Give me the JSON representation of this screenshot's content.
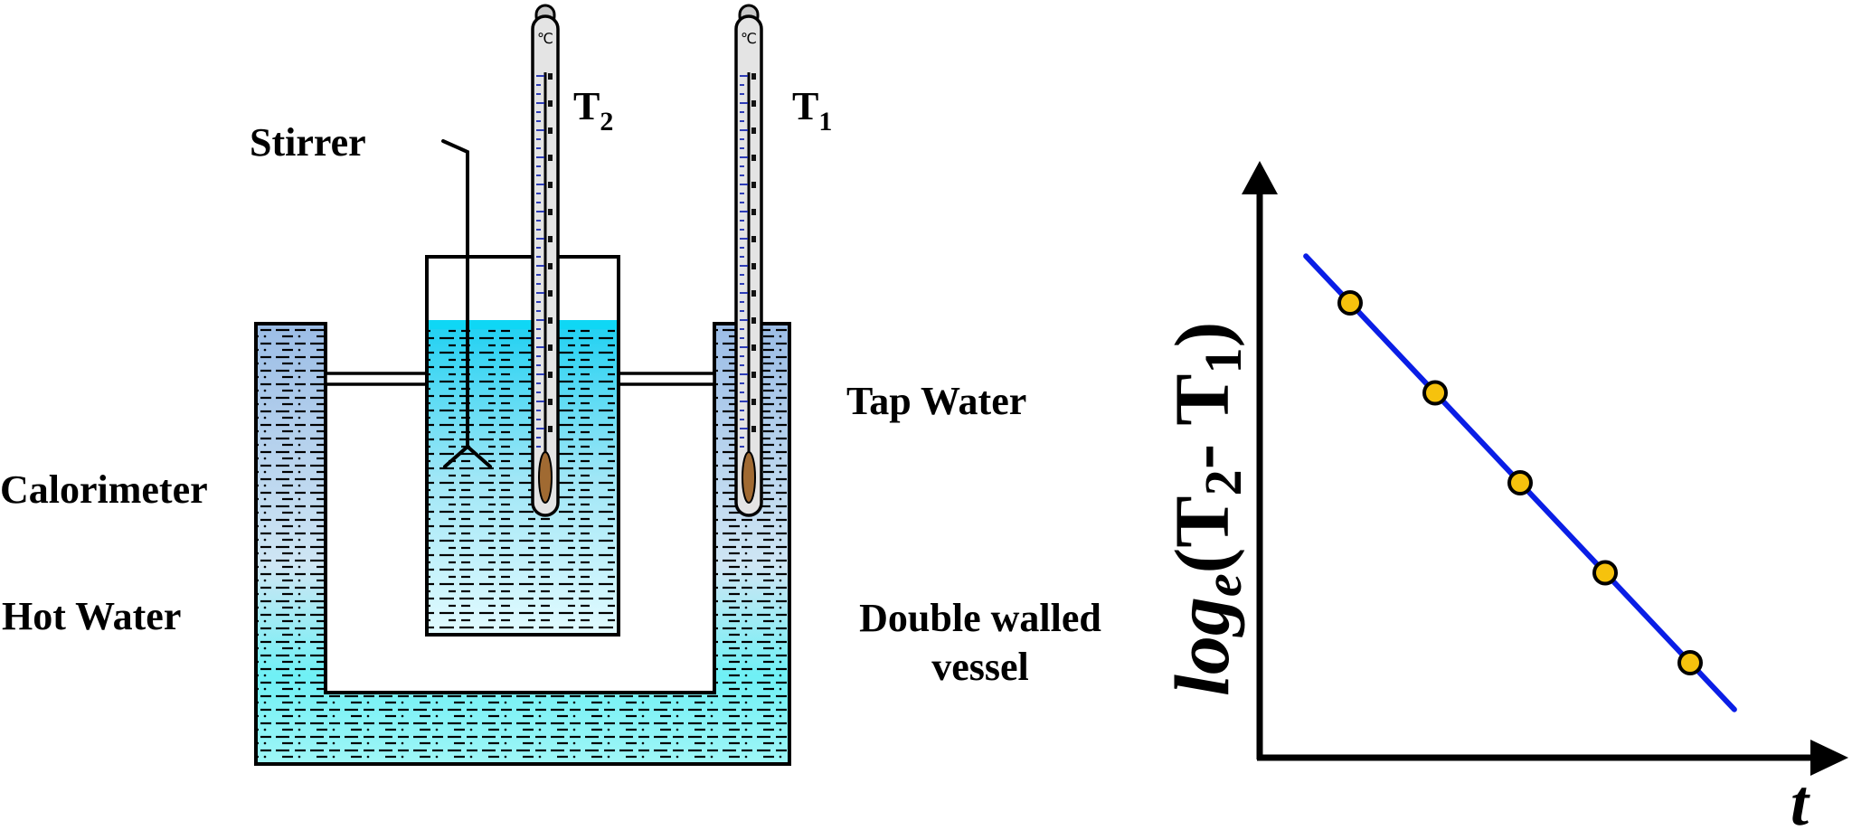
{
  "labels": {
    "stirrer": "Stirrer",
    "calorimeter": "Calorimeter",
    "hot_water": "Hot Water",
    "tap_water": "Tap Water",
    "double_walled_line1": "Double walled",
    "double_walled_line2": "vessel",
    "t2": {
      "main": "T",
      "sub": "2"
    },
    "t1": {
      "main": "T",
      "sub": "1"
    },
    "thermo_unit": "℃"
  },
  "graph": {
    "ylabel": {
      "log": "log",
      "base": "e",
      "open": "(",
      "t2": "T",
      "t2_sub": "2",
      "minus": "- ",
      "t1": "T",
      "t1_sub": "1",
      "close": ")"
    },
    "xlabel": "t"
  },
  "chart_data": {
    "type": "line",
    "x": [
      1,
      2,
      3,
      4,
      5
    ],
    "y": [
      5,
      4,
      3,
      2,
      1
    ],
    "xlabel": "t",
    "ylabel": "loge(T2 - T1)",
    "grid": false,
    "series": [
      {
        "values": [
          5,
          4,
          3,
          2,
          1
        ]
      }
    ]
  },
  "colors": {
    "line": "#0a1ee6",
    "point_fill": "#f6c20d",
    "water_top": "#9ec4ea",
    "water_bottom": "#5ef2f2",
    "cal_top": "#22d4f2",
    "cal_bottom": "#e8fbff"
  }
}
